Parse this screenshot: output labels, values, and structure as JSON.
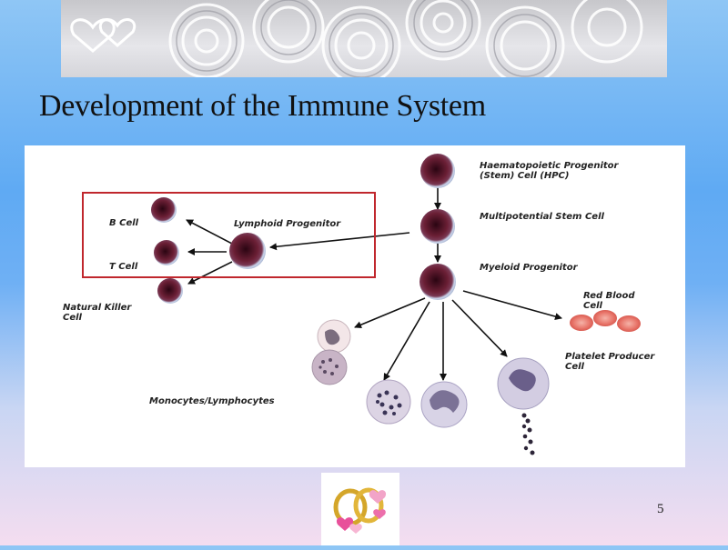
{
  "slide": {
    "title": "Development of the Immune System",
    "page_number": "5"
  },
  "diagram": {
    "labels": {
      "hpc_line1": "Haematopoietic Progenitor",
      "hpc_line2": "(Stem) Cell (HPC)",
      "multipotential": "Multipotential Stem Cell",
      "myeloid": "Myeloid Progenitor",
      "lymphoid": "Lymphoid Progenitor",
      "b_cell": "B Cell",
      "t_cell": "T Cell",
      "nk_line1": "Natural Killer",
      "nk_line2": "Cell",
      "rbc_line1": "Red Blood",
      "rbc_line2": "Cell",
      "platelet_line1": "Platelet Producer",
      "platelet_line2": "Cell",
      "mono_lymph": "Monocytes/Lymphocytes"
    }
  },
  "icons": {
    "banner": "rose-banner-icon",
    "hearts": "hearts-outline-icon",
    "clipart": "wedding-rings-hearts-icon"
  },
  "colors": {
    "cell_dark": "#5a1a2e",
    "cell_ring": "#c9d4ea",
    "highlight_box": "#c0272d",
    "red_blood_cell": "#e8756a"
  }
}
